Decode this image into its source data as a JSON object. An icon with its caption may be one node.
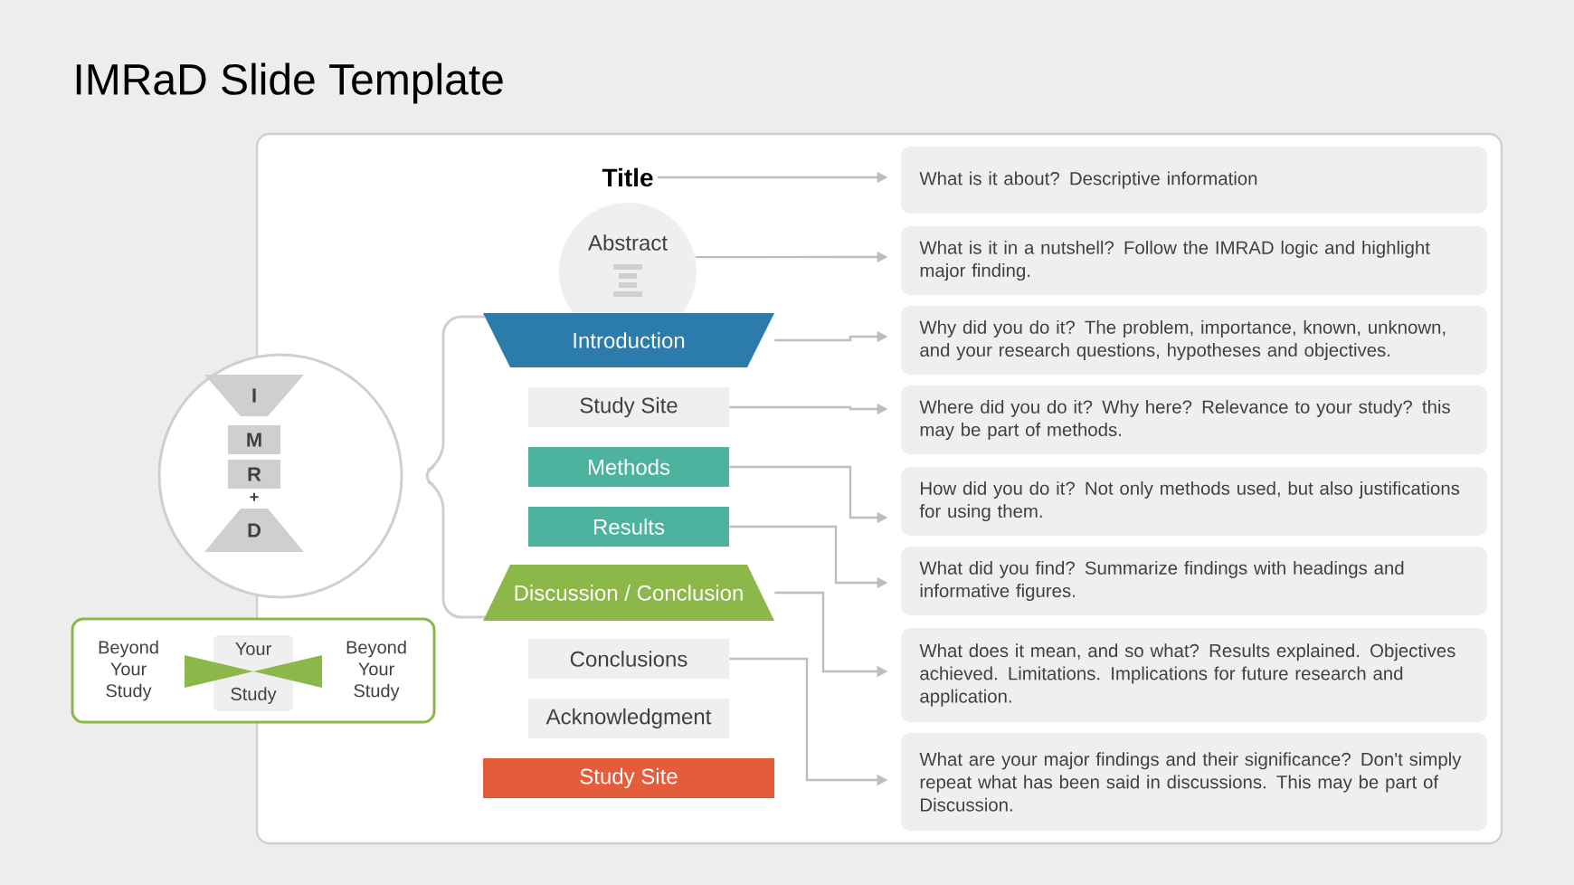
{
  "diagram": {
    "title": "IMRaD Slide Template",
    "nodes": [
      {
        "text": [
          "Title"
        ]
      },
      {
        "text": [
          "Abstract"
        ]
      },
      {
        "text": [
          "Introduction"
        ]
      },
      {
        "text": [
          "Study Site"
        ]
      },
      {
        "text": [
          "Methods"
        ]
      },
      {
        "text": [
          "Results"
        ]
      },
      {
        "text": [
          "Discussion / Conclusion"
        ]
      },
      {
        "text": [
          "Conclusions"
        ]
      },
      {
        "text": [
          "Acknowledgment"
        ]
      },
      {
        "text": [
          "Study Site"
        ]
      },
      {
        "text": [
          "What is it about? Descriptive information"
        ]
      },
      {
        "text": [
          "What is it in a nutshell? Follow the IMRAD logic and highlight major finding."
        ]
      },
      {
        "text": [
          "Why did you do it? The problem, importance, known, unknown, and your research questions, hypotheses and objectives."
        ]
      },
      {
        "text": [
          "Where did you do it? Why here? Relevance to your study? this may be part of methods."
        ]
      },
      {
        "text": [
          "How did you do it? Not only methods used, but also justifications for using them."
        ]
      },
      {
        "text": [
          "What did you find? Summarize findings with headings and informative figures."
        ]
      },
      {
        "text": [
          "What does it mean, and so what? Results explained. Objectives achieved. Limitations. Implications for future research and application."
        ]
      },
      {
        "text": [
          "What are your major findings and their significance? Don't simply repeat what has been said in discussions. This may be part of Discussion."
        ]
      },
      {
        "text": [],
        "shape": "circle"
      },
      {
        "text": [
          "I"
        ],
        "in": 18
      },
      {
        "text": [
          "M"
        ],
        "in": 18
      },
      {
        "text": [
          "R"
        ],
        "in": 18
      },
      {
        "text": [
          "D"
        ],
        "in": 18
      },
      {
        "text": [
          "Beyond Your Study",
          "Beyond Your Study"
        ]
      },
      {
        "text": [
          "Your Study"
        ],
        "in": 23
      }
    ],
    "edges": [
      {
        "from": 0,
        "to": 10,
        "arrow": "to"
      },
      {
        "from": 1,
        "to": 11,
        "arrow": "to"
      },
      {
        "from": 2,
        "to": 12,
        "arrow": "to"
      },
      {
        "from": 3,
        "to": 13,
        "arrow": "to"
      },
      {
        "from": 4,
        "to": 14,
        "arrow": "to"
      },
      {
        "from": 5,
        "to": 15,
        "arrow": "to"
      },
      {
        "from": 6,
        "to": 16,
        "arrow": "to"
      },
      {
        "from": 7,
        "to": 17,
        "arrow": "to"
      }
    ],
    "labels": [
      "+"
    ]
  }
}
